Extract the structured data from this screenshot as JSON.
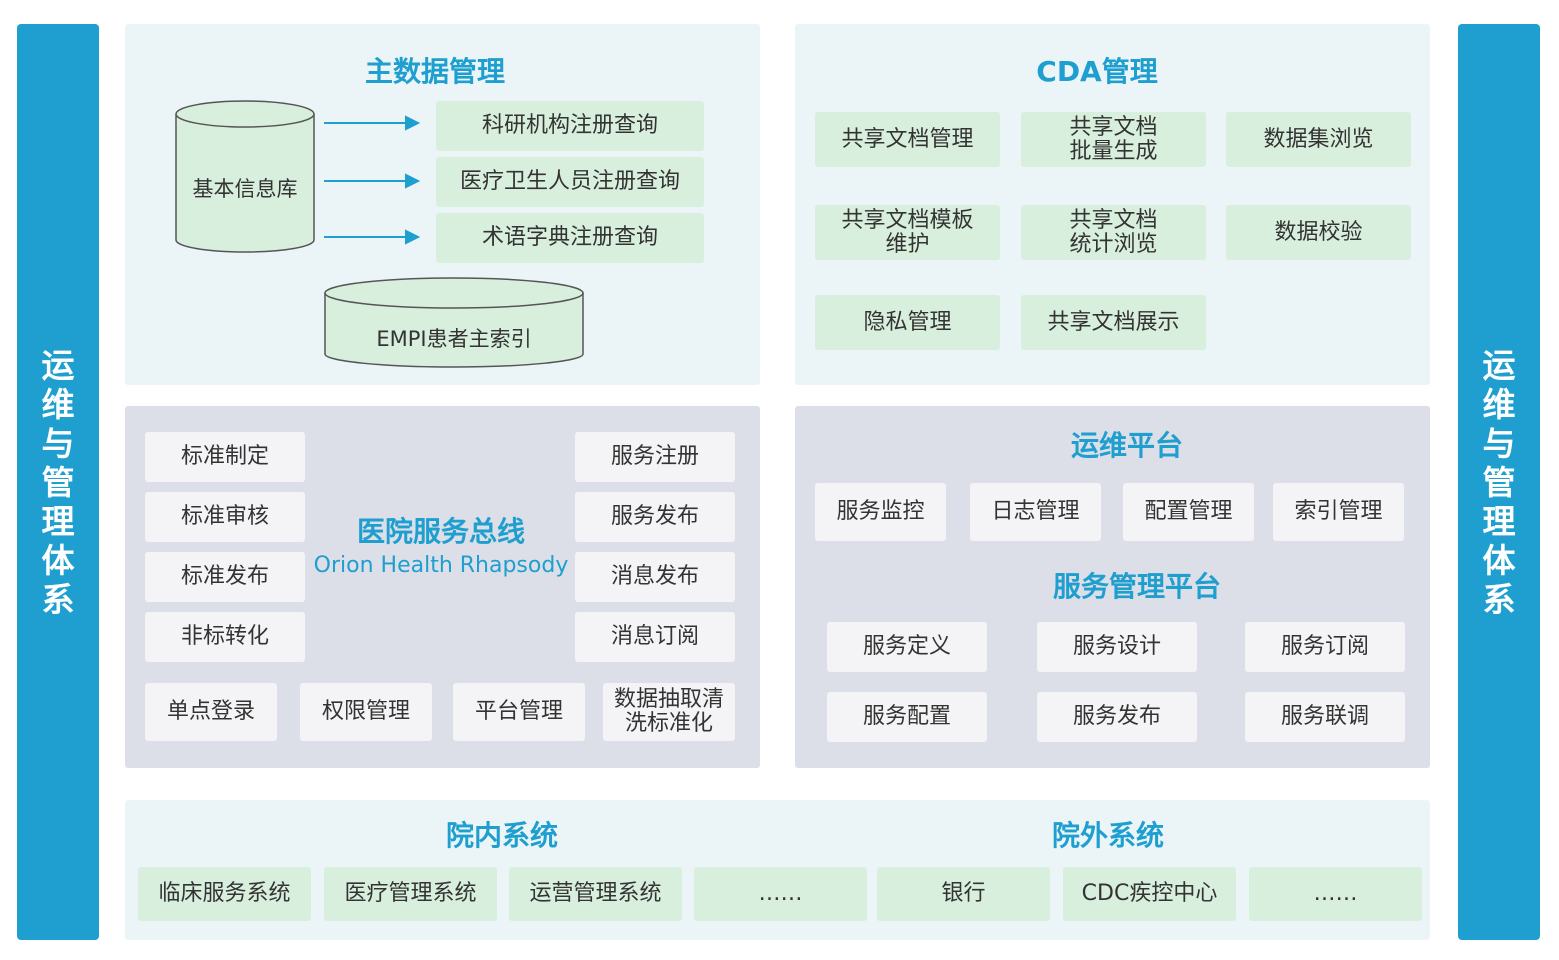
{
  "side": {
    "left_label": "运维与管理体系",
    "right_label": "运维与管理体系"
  },
  "master": {
    "title": "主数据管理",
    "base_db": "基本信息库",
    "registries": [
      "科研机构注册查询",
      "医疗卫生人员注册查询",
      "术语字典注册查询"
    ],
    "empi": "EMPI患者主索引"
  },
  "cda": {
    "title": "CDA管理",
    "items": [
      "共享文档管理",
      "共享文档\n批量生成",
      "数据集浏览",
      "共享文档模板\n维护",
      "共享文档\n统计浏览",
      "数据校验",
      "隐私管理",
      "共享文档展示"
    ]
  },
  "bus": {
    "title": "医院服务总线",
    "subtitle": "Orion Health Rhapsody",
    "left_items": [
      "标准制定",
      "标准审核",
      "标准发布",
      "非标转化"
    ],
    "right_items": [
      "服务注册",
      "服务发布",
      "消息发布",
      "消息订阅"
    ],
    "bottom_items": [
      "单点登录",
      "权限管理",
      "平台管理",
      "数据抽取清\n洗标准化"
    ]
  },
  "ops": {
    "title": "运维平台",
    "items": [
      "服务监控",
      "日志管理",
      "配置管理",
      "索引管理"
    ],
    "service_title": "服务管理平台",
    "service_items": [
      "服务定义",
      "服务设计",
      "服务订阅",
      "服务配置",
      "服务发布",
      "服务联调"
    ]
  },
  "systems": {
    "inner_title": "院内系统",
    "outer_title": "院外系统",
    "items": [
      "临床服务系统",
      "医疗管理系统",
      "运营管理系统",
      "……",
      "银行",
      "CDC疾控中心",
      "……"
    ]
  },
  "colors": {
    "accent": "#1e9fcf",
    "green_box": "#d8efdd",
    "panel_light": "#ebf4f7",
    "panel_gray": "#dcdee8"
  }
}
